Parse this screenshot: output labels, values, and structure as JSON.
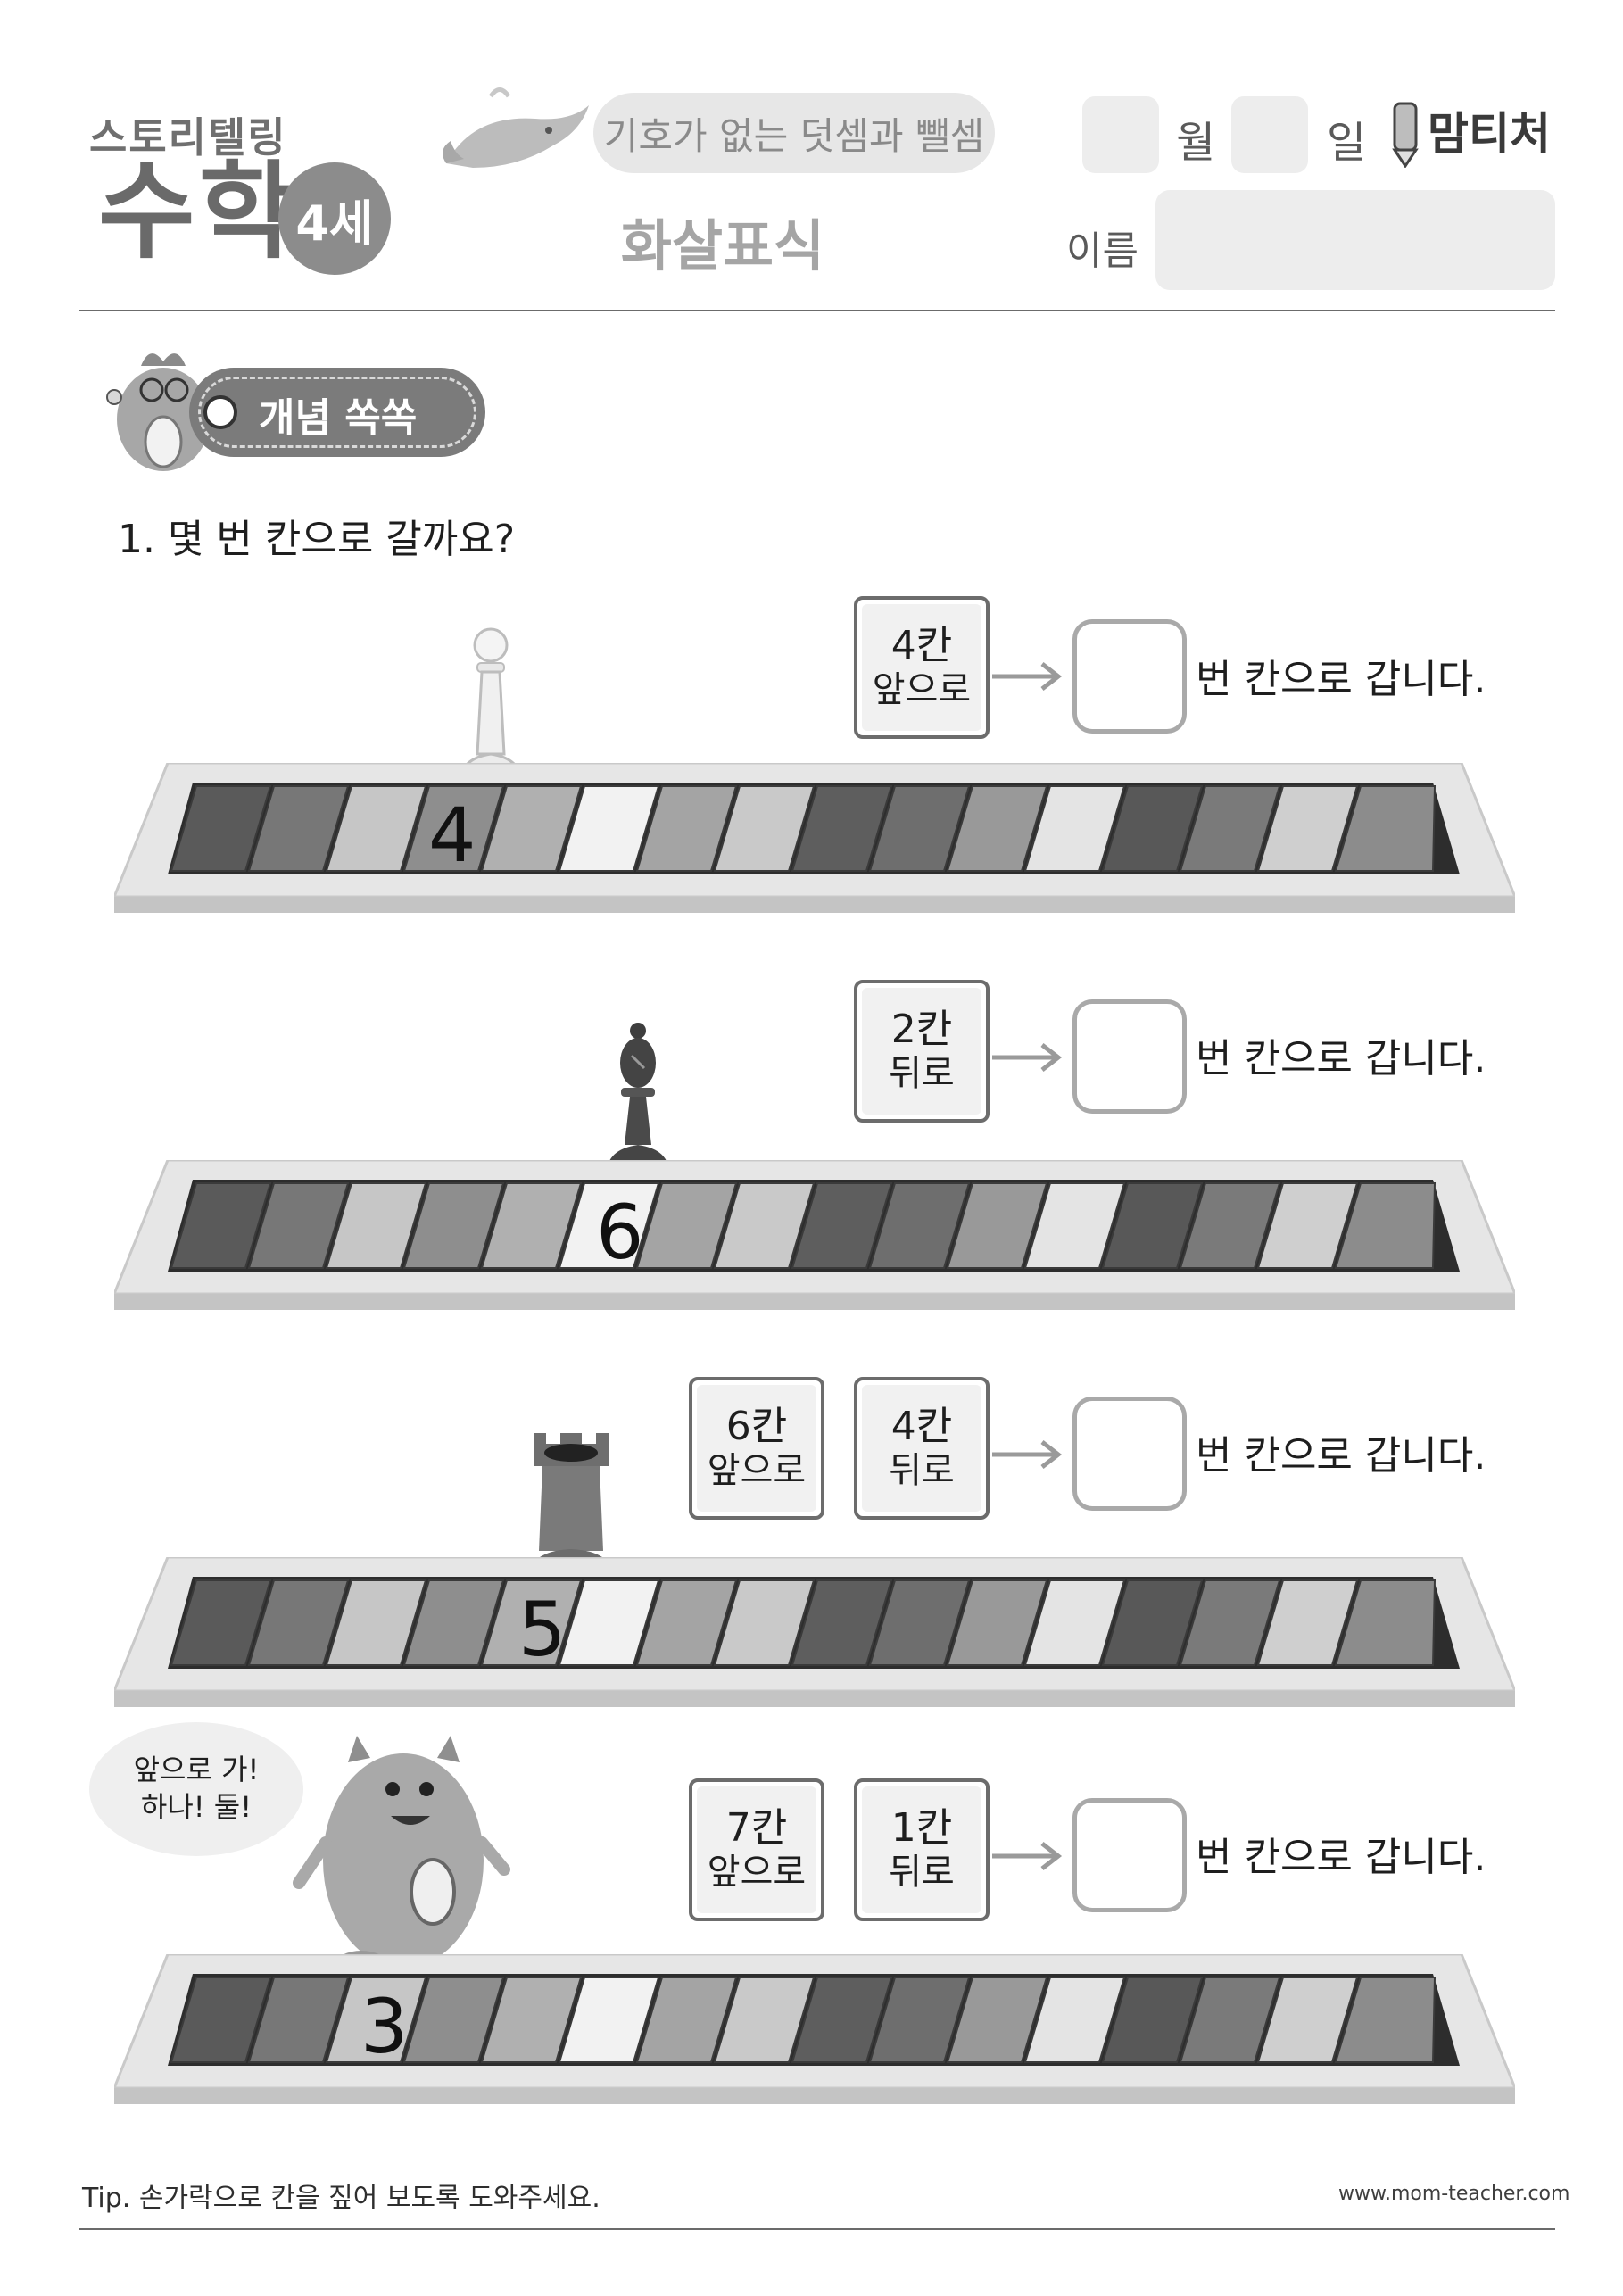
{
  "header": {
    "logo_top": "스토리텔링",
    "logo_main": "수학",
    "logo_age": "4세",
    "pill_title": "기호가 없는 덧셈과 뺄셈",
    "subtitle": "화살표식",
    "month_label": "월",
    "day_label": "일",
    "brand": "맘티처",
    "name_label": "이름"
  },
  "badge": {
    "label": "개념 쏙쏙"
  },
  "question": "1. 몇 번 칸으로 갈까요?",
  "problems": [
    {
      "start": "4",
      "piece": "pawn",
      "steps": [
        {
          "n": "4칸",
          "dir": "앞으로"
        }
      ],
      "suffix": "번 칸으로 갑니다."
    },
    {
      "start": "6",
      "piece": "bishop",
      "steps": [
        {
          "n": "2칸",
          "dir": "뒤로"
        }
      ],
      "suffix": "번 칸으로 갑니다."
    },
    {
      "start": "5",
      "piece": "rook",
      "steps": [
        {
          "n": "6칸",
          "dir": "앞으로"
        },
        {
          "n": "4칸",
          "dir": "뒤로"
        }
      ],
      "suffix": "번 칸으로 갑니다."
    },
    {
      "start": "3",
      "piece": "monster",
      "steps": [
        {
          "n": "7칸",
          "dir": "앞으로"
        },
        {
          "n": "1칸",
          "dir": "뒤로"
        }
      ],
      "suffix": "번 칸으로 갑니다."
    }
  ],
  "speech": {
    "line1": "앞으로 가!",
    "line2": "하나! 둘!"
  },
  "footer": {
    "tip": "Tip. 손가락으로 칸을 짚어 보도록 도와주세요.",
    "site": "www.mom-teacher.com"
  },
  "colors": {
    "tile_shades": [
      "#5a5a5a",
      "#777777",
      "#c6c6c6",
      "#8e8e8e",
      "#b0b0b0",
      "#f2f2f2",
      "#a4a4a4",
      "#c9c9c9",
      "#5e5e5e",
      "#6e6e6e",
      "#999999",
      "#e4e4e4",
      "#585858",
      "#7a7a7a",
      "#cfcfcf",
      "#8c8c8c"
    ]
  }
}
